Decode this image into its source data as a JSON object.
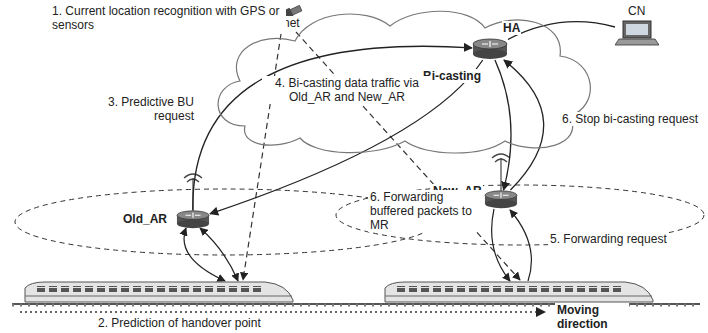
{
  "diagram": {
    "nodes": [
      {
        "text": [
          "Internet"
        ]
      },
      {
        "text": [
          "HA",
          "Bi-casting"
        ]
      },
      {
        "text": [
          "CN"
        ]
      },
      {
        "text": [
          "Old_AR"
        ]
      },
      {
        "text": [
          "New_AR"
        ]
      }
    ],
    "edges": [
      {
        "from": 2,
        "to": 1,
        "arrow": "none"
      },
      {
        "from": 3,
        "to": 1,
        "arrow": "to"
      },
      {
        "from": 1,
        "to": 3,
        "arrow": "to"
      },
      {
        "from": 1,
        "to": 4,
        "arrow": "to"
      },
      {
        "from": 4,
        "to": 1,
        "arrow": "to"
      }
    ],
    "labels": [
      "1. Current location recognition with GPS or sensors",
      "3. Predictive BU request",
      "4. Bi-casting data traffic via Old_AR and New_AR",
      "6. Stop bi-casting request",
      "6. Forwarding buffered packets to MR",
      "5. Forwarding request",
      "2. Prediction of handover point",
      "Moving direction"
    ]
  }
}
